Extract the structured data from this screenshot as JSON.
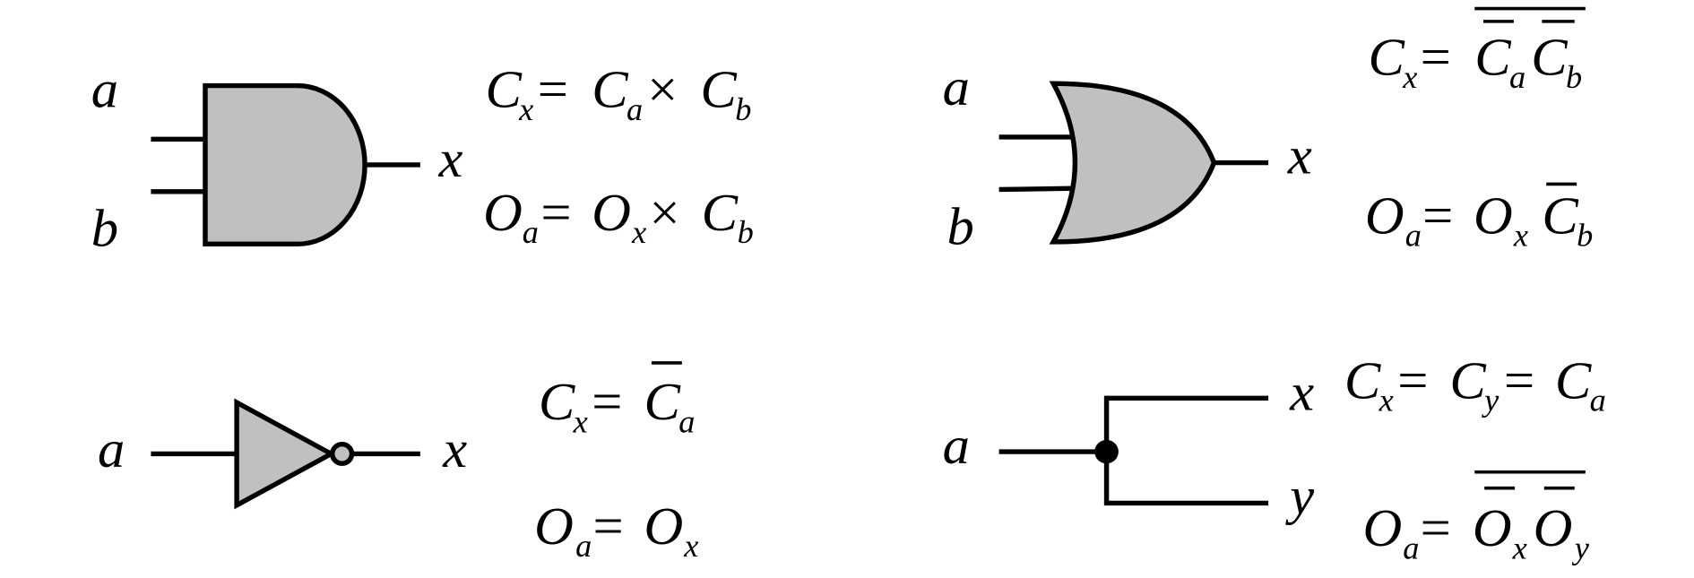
{
  "and_gate": {
    "inputs": [
      "a",
      "b"
    ],
    "output": "x",
    "eq1": [
      "C",
      "x",
      "=",
      "C",
      "a",
      "×",
      "C",
      "b"
    ],
    "eq2": [
      "O",
      "a",
      "=",
      "O",
      "x",
      "×",
      "C",
      "b"
    ]
  },
  "or_gate": {
    "inputs": [
      "a",
      "b"
    ],
    "output": "x",
    "eq1": [
      "C",
      "x",
      "=",
      "C",
      "a",
      "C",
      "b"
    ],
    "eq2": [
      "O",
      "a",
      "=",
      "O",
      "x",
      "C",
      "b"
    ]
  },
  "not_gate": {
    "inputs": [
      "a"
    ],
    "output": "x",
    "eq1": [
      "C",
      "x",
      "=",
      "C",
      "a"
    ],
    "eq2": [
      "O",
      "a",
      "=",
      "O",
      "x"
    ]
  },
  "fanout": {
    "inputs": [
      "a"
    ],
    "outputs": [
      "x",
      "y"
    ],
    "eq1": [
      "C",
      "x",
      "=",
      "C",
      "y",
      "=",
      "C",
      "a"
    ],
    "eq2": [
      "O",
      "a",
      "=",
      "O",
      "x",
      "O",
      "y"
    ]
  }
}
